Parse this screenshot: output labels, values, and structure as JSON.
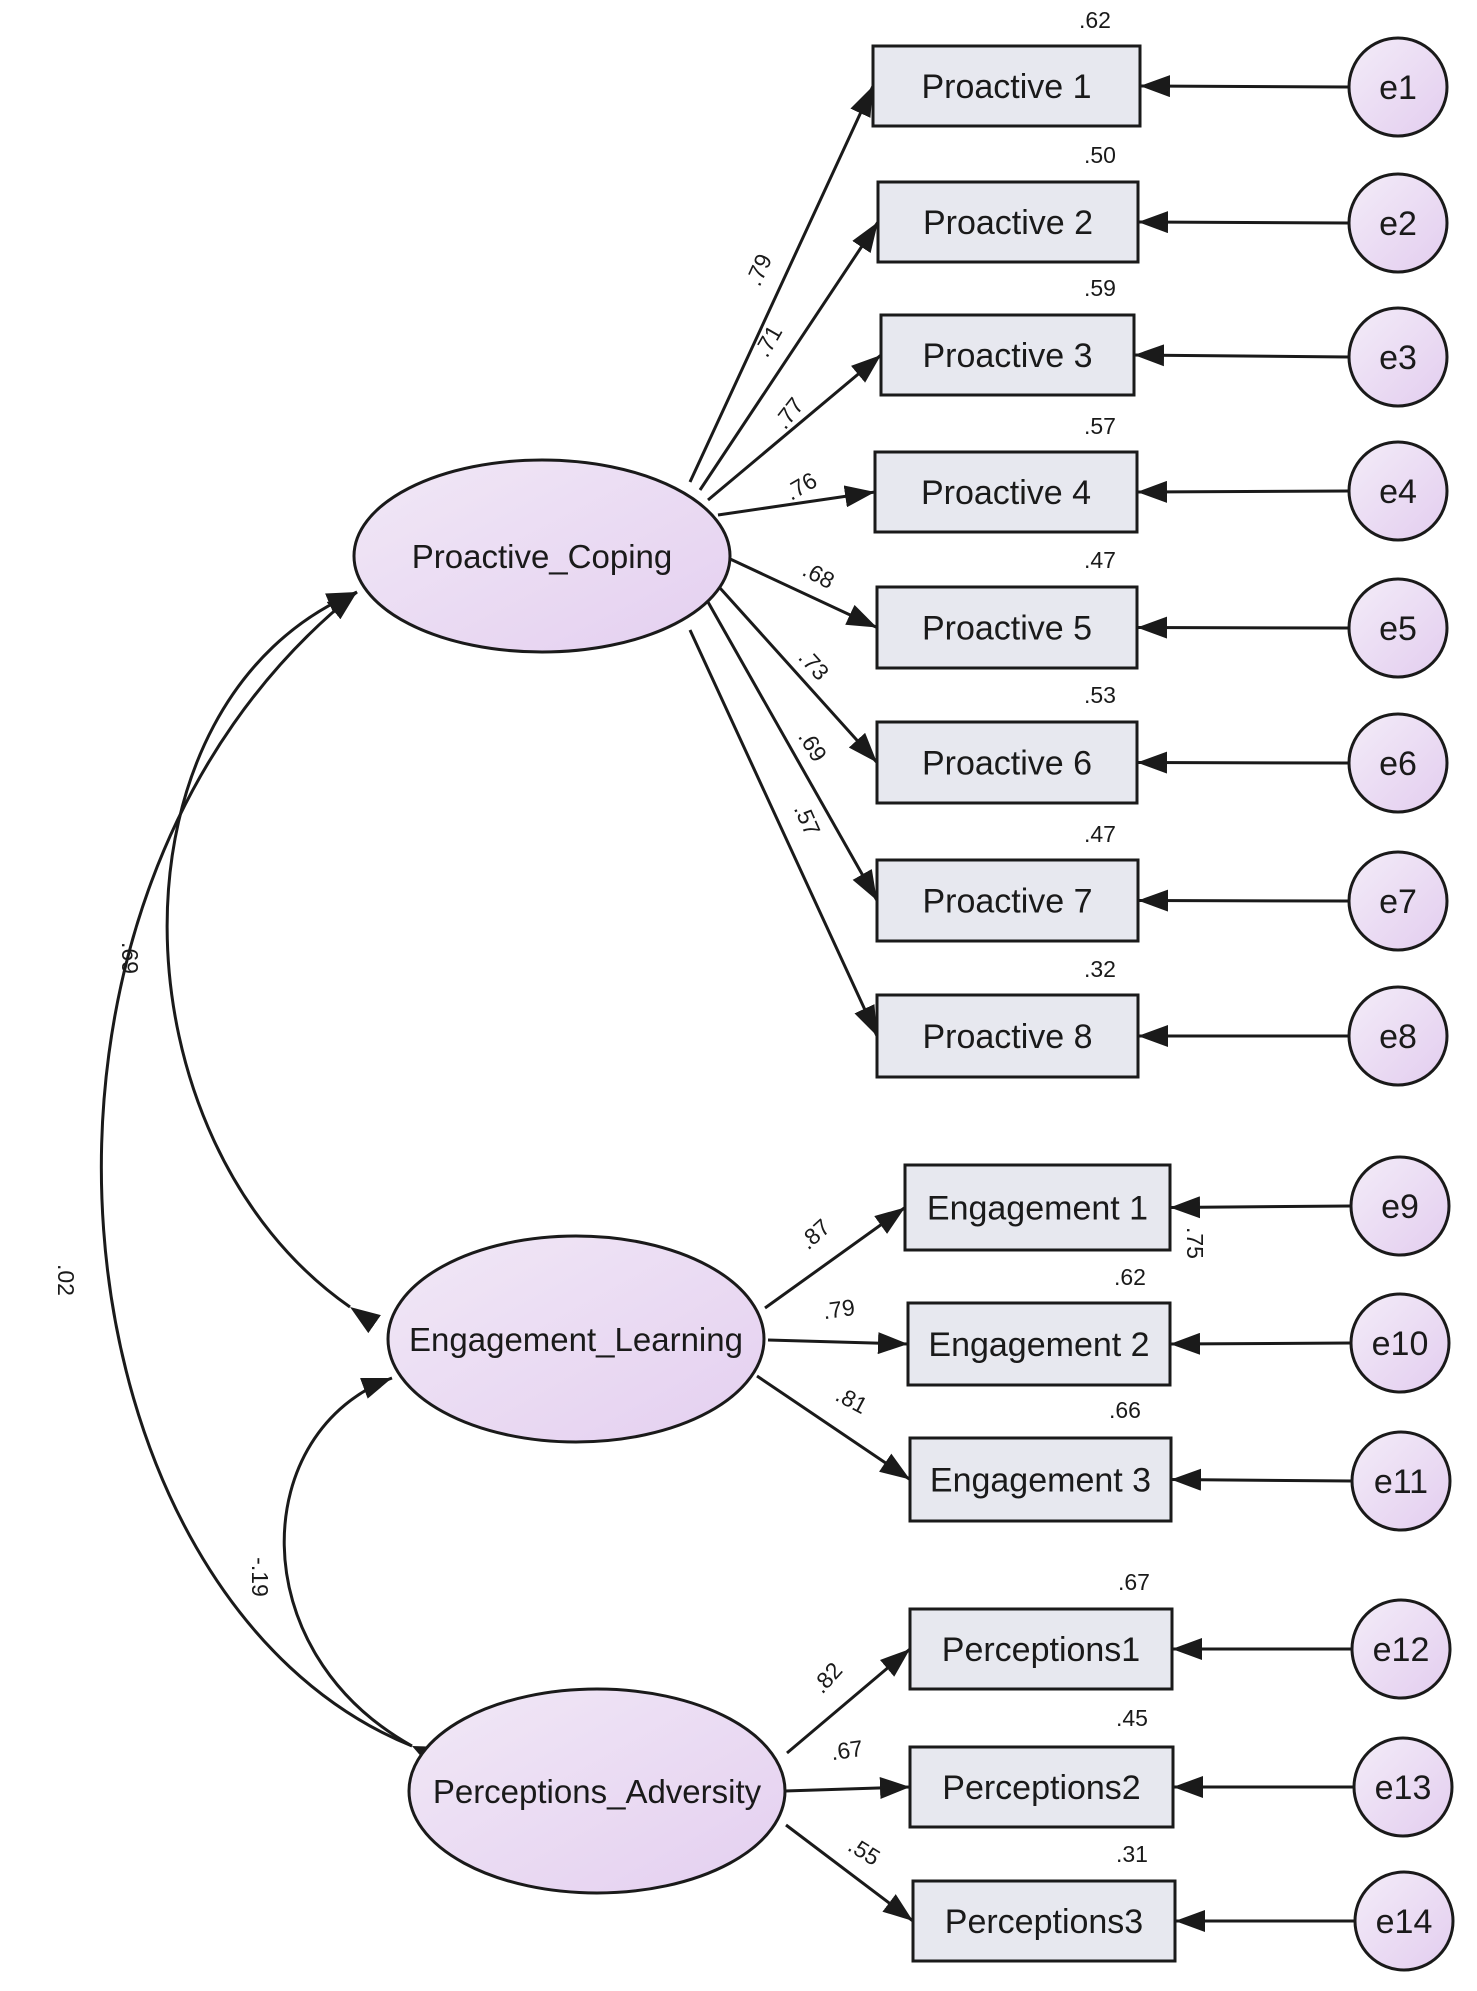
{
  "latents": [
    {
      "id": "pc",
      "label": "Proactive_Coping"
    },
    {
      "id": "el",
      "label": "Engagement_Learning"
    },
    {
      "id": "pa",
      "label": "Perceptions_Adversity"
    }
  ],
  "indicators": [
    {
      "label": "Proactive 1",
      "loading": ".79",
      "r2": ".62",
      "error": "e1"
    },
    {
      "label": "Proactive 2",
      "loading": ".71",
      "r2": ".50",
      "error": "e2"
    },
    {
      "label": "Proactive 3",
      "loading": ".77",
      "r2": ".59",
      "error": "e3"
    },
    {
      "label": "Proactive 4",
      "loading": ".76",
      "r2": ".57",
      "error": "e4"
    },
    {
      "label": "Proactive 5",
      "loading": ".68",
      "r2": ".47",
      "error": "e5"
    },
    {
      "label": "Proactive 6",
      "loading": ".73",
      "r2": ".53",
      "error": "e6"
    },
    {
      "label": "Proactive 7",
      "loading": ".69",
      "r2": ".47",
      "error": "e7"
    },
    {
      "label": "Proactive 8",
      "loading": ".57",
      "r2": ".32",
      "error": "e8"
    },
    {
      "label": "Engagement 1",
      "loading": ".87",
      "r2": ".75",
      "error": "e9"
    },
    {
      "label": "Engagement 2",
      "loading": ".79",
      "r2": ".62",
      "error": "e10"
    },
    {
      "label": "Engagement 3",
      "loading": ".81",
      "r2": ".66",
      "error": "e11"
    },
    {
      "label": "Perceptions1",
      "loading": ".82",
      "r2": ".67",
      "error": "e12"
    },
    {
      "label": "Perceptions2",
      "loading": ".67",
      "r2": ".45",
      "error": "e13"
    },
    {
      "label": "Perceptions3",
      "loading": ".55",
      "r2": ".31",
      "error": "e14"
    }
  ],
  "covariances": [
    {
      "between": [
        "Proactive_Coping",
        "Engagement_Learning"
      ],
      "value": ".69"
    },
    {
      "between": [
        "Proactive_Coping",
        "Perceptions_Adversity"
      ],
      "value": ".02"
    },
    {
      "between": [
        "Engagement_Learning",
        "Perceptions_Adversity"
      ],
      "value": "-.19"
    }
  ],
  "colors": {
    "latent_fill_start": "#f1e8f6",
    "latent_fill_end": "#e4cff0",
    "indicator_fill": "#e7e8ef",
    "error_fill_start": "#f3ecf8",
    "error_fill_end": "#e3cdef",
    "stroke": "#1a1a1a"
  }
}
